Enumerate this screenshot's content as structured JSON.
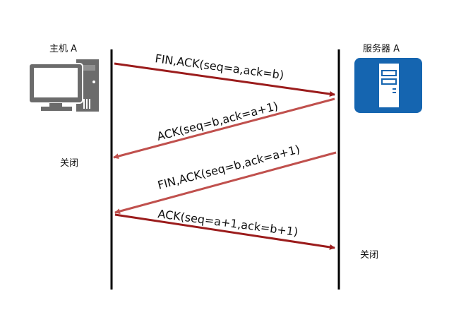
{
  "title": "TCP four-way handshake (connection termination)",
  "nodes": {
    "client": {
      "label": "主机 A",
      "icon": "desktop-computer-icon",
      "color": "#6b6b6b"
    },
    "server": {
      "label": "服务器 A",
      "icon": "server-icon",
      "color": "#1565b0"
    }
  },
  "states": {
    "client_closed": "关闭",
    "server_closed": "关闭"
  },
  "messages": [
    {
      "label": "FIN,ACK(seq=a,ack=b)",
      "from": "client",
      "to": "server",
      "color": "#9b1c1c"
    },
    {
      "label": "ACK(seq=b,ack=a+1)",
      "from": "server",
      "to": "client",
      "color": "#c0504d"
    },
    {
      "label": "FIN,ACK(seq=b,ack=a+1)",
      "from": "server",
      "to": "client",
      "color": "#c0504d"
    },
    {
      "label": "ACK(seq=a+1,ack=b+1)",
      "from": "client",
      "to": "server",
      "color": "#9b1c1c"
    }
  ]
}
